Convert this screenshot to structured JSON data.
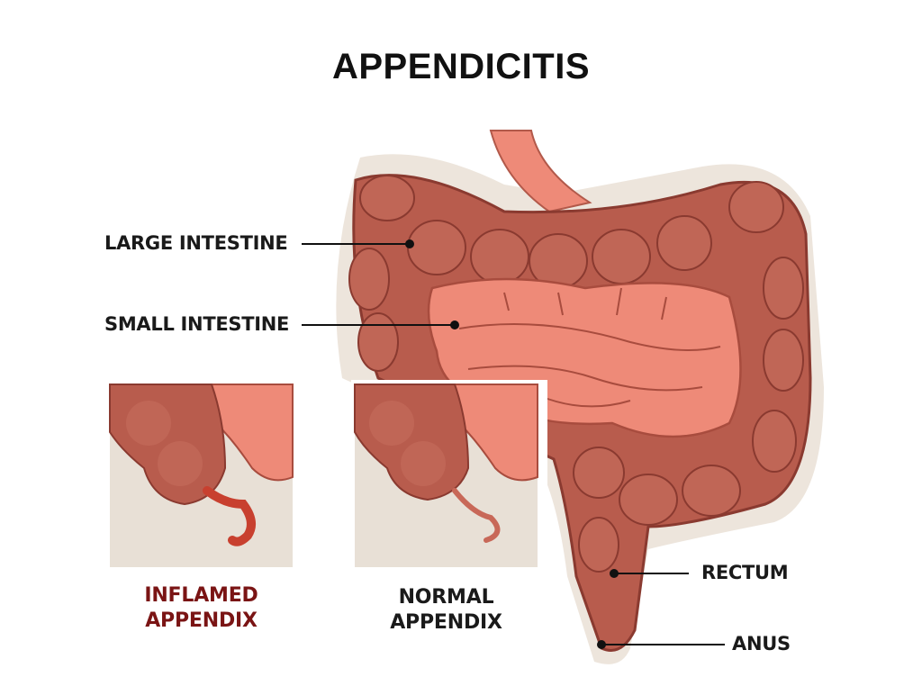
{
  "title": "APPENDICITIS",
  "labels": {
    "large_intestine": "LARGE INTESTINE",
    "small_intestine": "SMALL INTESTINE",
    "rectum": "RECTUM",
    "anus": "ANUS"
  },
  "insets": [
    {
      "caption_line1": "INFLAMED",
      "caption_line2": "APPENDIX",
      "caption_color": "#7a1414"
    },
    {
      "caption_line1": "NORMAL",
      "caption_line2": "APPENDIX",
      "caption_color": "#1a1a1a"
    }
  ],
  "colors": {
    "large_intestine": "#b85c4d",
    "small_intestine": "#ee8a78",
    "outline": "#8a3a30",
    "halo": "#ece4da",
    "inset_bg": "#e8e0d6",
    "inflamed": "#c8402f"
  }
}
